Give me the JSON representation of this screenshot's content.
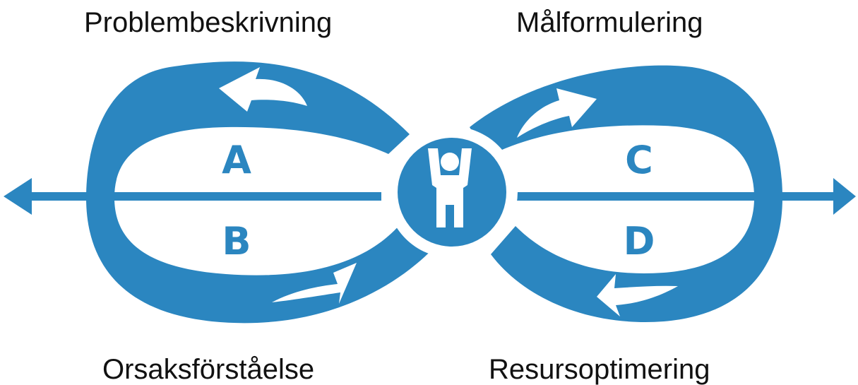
{
  "quadrants": {
    "a": {
      "letter": "A",
      "title": "Problembeskrivning"
    },
    "b": {
      "letter": "B",
      "title": "Orsaksförståelse"
    },
    "c": {
      "letter": "C",
      "title": "Målformulering"
    },
    "d": {
      "letter": "D",
      "title": "Resursoptimering"
    }
  },
  "icons": {
    "center": "person-arms-raised-icon",
    "arrows": "curved-arrow-icon"
  },
  "colors": {
    "primary": "#2b86c0",
    "background": "#ffffff",
    "text": "#111111"
  }
}
